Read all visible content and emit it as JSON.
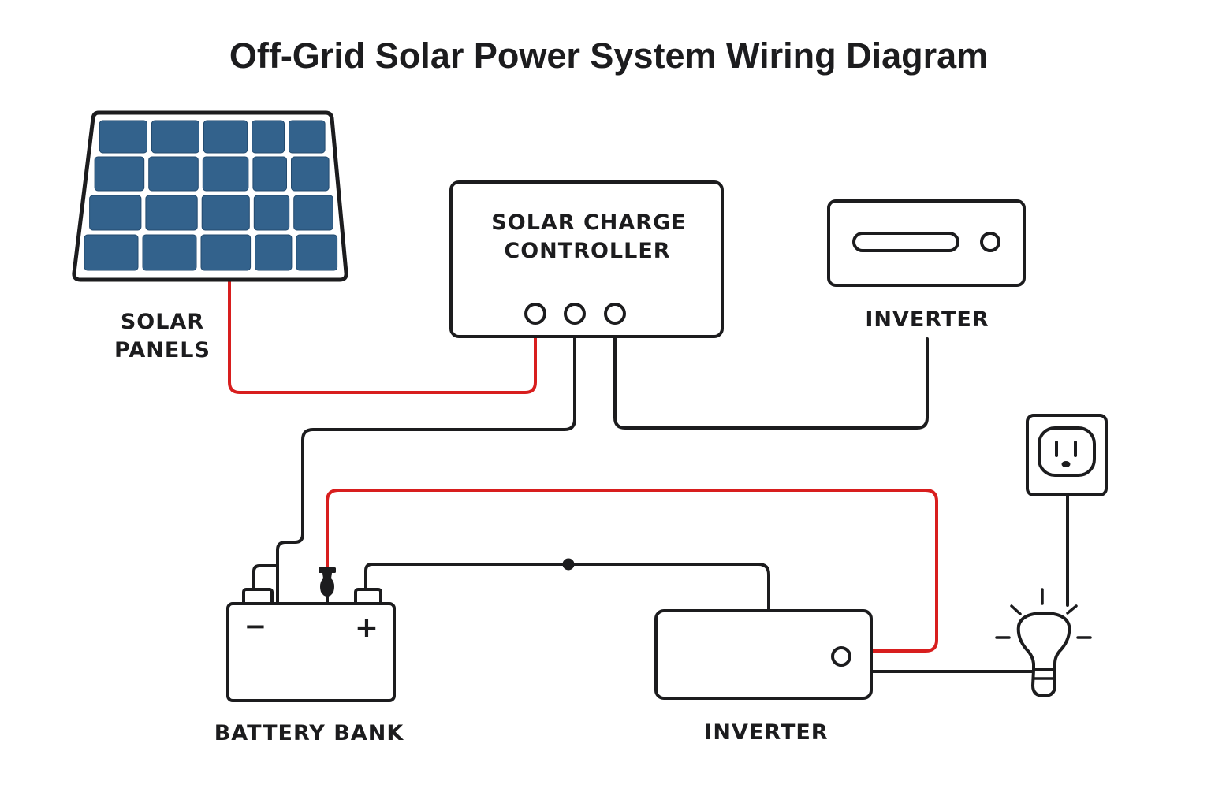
{
  "title": "Off-Grid Solar Power System Wiring Diagram",
  "colors": {
    "wire_positive": "#d81e1e",
    "wire_negative": "#1c1c1e",
    "panel_cell": "#33628c",
    "outline": "#1c1c1e",
    "background": "#ffffff"
  },
  "components": {
    "solar_panels": {
      "label_line1": "SOLAR",
      "label_line2": "PANELS",
      "icon": "solar-panel-icon",
      "cell_rows": 4,
      "cell_cols": 5
    },
    "charge_controller": {
      "label_line1": "SOLAR CHARGE",
      "label_line2": "CONTROLLER",
      "ports": 3
    },
    "inverter_top": {
      "label": "INVERTER",
      "icon": "inverter-icon"
    },
    "battery_bank": {
      "label": "BATTERY BANK",
      "negative_symbol": "−",
      "positive_symbol": "+",
      "icon": "battery-icon"
    },
    "inverter_bottom": {
      "label": "INVERTER",
      "icon": "inverter-icon"
    },
    "outlet": {
      "icon": "power-outlet-icon"
    },
    "light_bulb": {
      "icon": "light-bulb-icon"
    }
  },
  "wires": [
    {
      "from": "solar_panels",
      "to": "charge_controller.port1",
      "color": "red"
    },
    {
      "from": "charge_controller.port2",
      "to": "battery_bank.negative",
      "color": "black"
    },
    {
      "from": "charge_controller.port3",
      "to": "inverter_top",
      "color": "black"
    },
    {
      "from": "battery_bank.fuse",
      "to": "inverter_bottom",
      "color": "red"
    },
    {
      "from": "battery_bank.positive",
      "to": "inverter_bottom",
      "color": "black",
      "junction": true
    },
    {
      "from": "inverter_bottom",
      "to": "light_bulb",
      "color": "black"
    },
    {
      "from": "outlet",
      "to": "light_bulb",
      "color": "black"
    }
  ]
}
